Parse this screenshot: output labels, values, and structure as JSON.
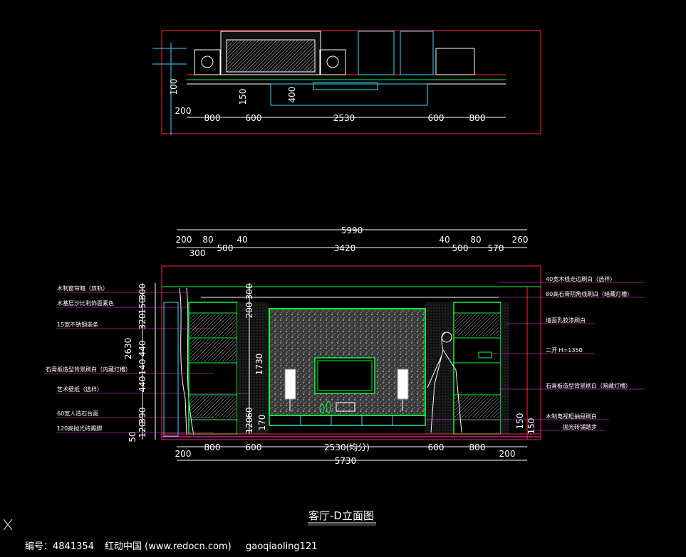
{
  "plan": {
    "dims_bottom": [
      "800",
      "600",
      "2530",
      "600",
      "800"
    ],
    "dim_left_200": "200",
    "dim_vert_100": "100",
    "dim_vert_150": "150",
    "dim_vert_400": "400"
  },
  "elevation": {
    "top_total": "5990",
    "top_row1": [
      "200",
      "80",
      "40",
      "40",
      "80",
      "260"
    ],
    "top_row2": [
      "300",
      "500",
      "3420",
      "500",
      "570"
    ],
    "bottom_row1": [
      "200",
      "800",
      "600",
      "2530(均分)",
      "600",
      "800",
      "200"
    ],
    "bottom_total": "5730",
    "left_total": "2630",
    "left_vert": [
      "300",
      "150",
      "320",
      "440",
      "140",
      "440",
      "390",
      "120",
      "50"
    ],
    "inner_vert": [
      "300",
      "200",
      "1730",
      "120",
      "60",
      "170"
    ],
    "right_vert": [
      "150",
      "150"
    ],
    "left_labels": [
      "木制窗帘箱（双轨）",
      "木基层沙比利饰面素色",
      "15宽不锈钢嵌条",
      "石膏板造型背景刷白（内藏灯槽）",
      "艺术壁纸（选样）",
      "60宽人造石台面",
      "120高抛光砖踢脚"
    ],
    "right_labels": [
      "40宽木线走边刷白（选样）",
      "80高石膏阴角线刷白（暗藏灯槽）",
      "墙面乳胶漆刷白",
      "二开 H=1350",
      "石膏板造型背景刷白（暗藏灯槽）",
      "木制电视柜抽屉刷白",
      "抛光砖铺踏步"
    ]
  },
  "drawing_title": "客厅-D立面图",
  "footer": {
    "id_text": "编号：4841354",
    "site_text": "红动中国 (www.redocn.com)",
    "user_text": "gaoqiaoling121"
  },
  "colors": {
    "background": "#000000",
    "dimension": "#ffffff",
    "wall": "#ff2a2a",
    "frame": "#00ff3c",
    "detail": "#39d7ff",
    "accent": "#ff3cff",
    "furniture": "#ffffff"
  }
}
